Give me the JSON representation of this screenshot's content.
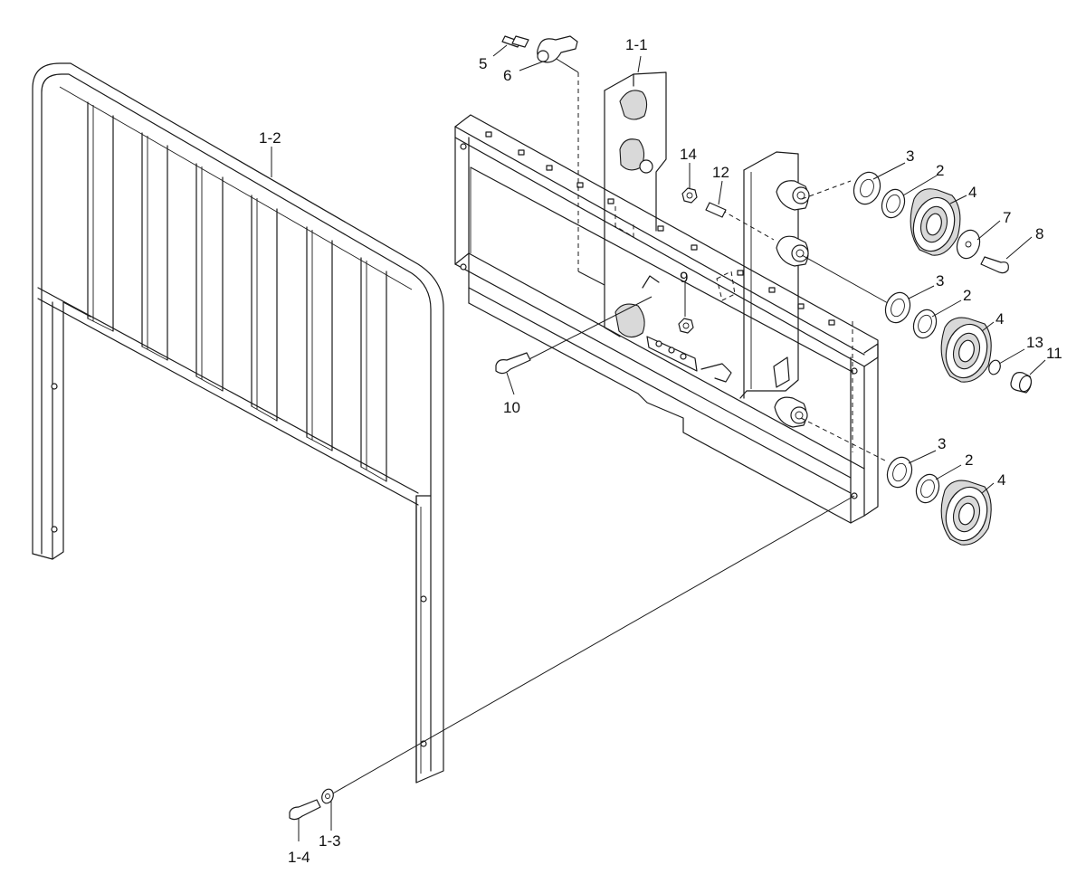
{
  "labels": {
    "p1_1": "1-1",
    "p1_2": "1-2",
    "p1_3": "1-3",
    "p1_4": "1-4",
    "p2a": "2",
    "p2b": "2",
    "p2c": "2",
    "p3a": "3",
    "p3b": "3",
    "p3c": "3",
    "p4a": "4",
    "p4b": "4",
    "p4c": "4",
    "p5": "5",
    "p6": "6",
    "p7": "7",
    "p8": "8",
    "p9": "9",
    "p10": "10",
    "p11": "11",
    "p12": "12",
    "p13": "13",
    "p14": "14"
  }
}
